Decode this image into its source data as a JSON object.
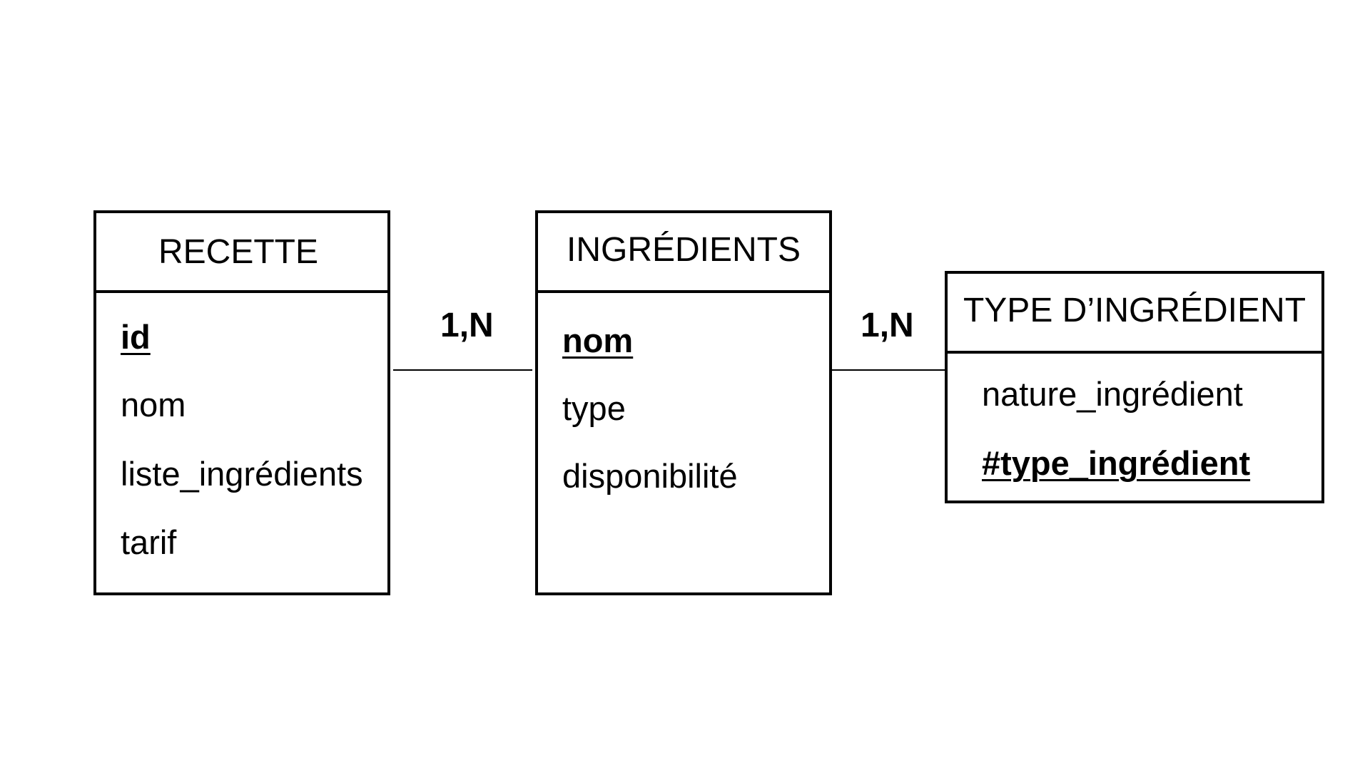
{
  "entities": {
    "recette": {
      "title": "RECETTE",
      "attributes": [
        "id",
        "nom",
        "liste_ingrédients",
        "tarif"
      ]
    },
    "ingredients": {
      "title": "INGRÉDIENTS",
      "attributes": [
        "nom",
        "type",
        "disponibilité"
      ]
    },
    "type_ingredient": {
      "title": "TYPE D’INGRÉDIENT",
      "attributes": [
        "nature_ingrédient",
        "#type_ingrédient"
      ]
    }
  },
  "relations": [
    {
      "from": "RECETTE",
      "to": "INGRÉDIENTS",
      "cardinality": "1,N"
    },
    {
      "from": "INGRÉDIENTS",
      "to": "TYPE D’INGRÉDIENT",
      "cardinality": "1,N"
    }
  ]
}
